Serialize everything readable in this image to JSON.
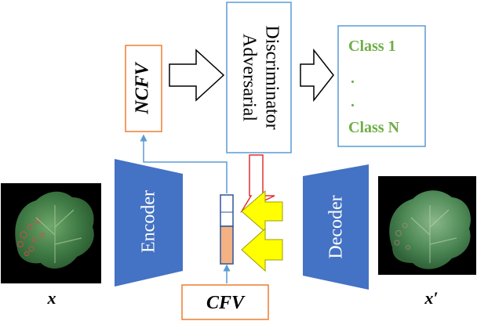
{
  "blocks": {
    "encoder": "Encoder",
    "decoder": "Decoder",
    "discriminator_line1": "Adversarial",
    "discriminator_line2": "Discriminator",
    "ncfv": "NCFV",
    "cfv": "CFV"
  },
  "classes": {
    "first": "Class 1",
    "dot1": ".",
    "dot2": ".",
    "last": "Class N"
  },
  "images": {
    "input_label": "x",
    "output_label": "x′"
  },
  "colors": {
    "block_blue": "#4472C4",
    "box_border_blue": "#5B9BD5",
    "box_border_orange": "#ED7D31",
    "class_text_green": "#70AD47",
    "feedback_arrow_yellow": "#FFFF00",
    "gradient_arrow_red": "#E03030",
    "vector_fill_orange": "#F4B183"
  }
}
